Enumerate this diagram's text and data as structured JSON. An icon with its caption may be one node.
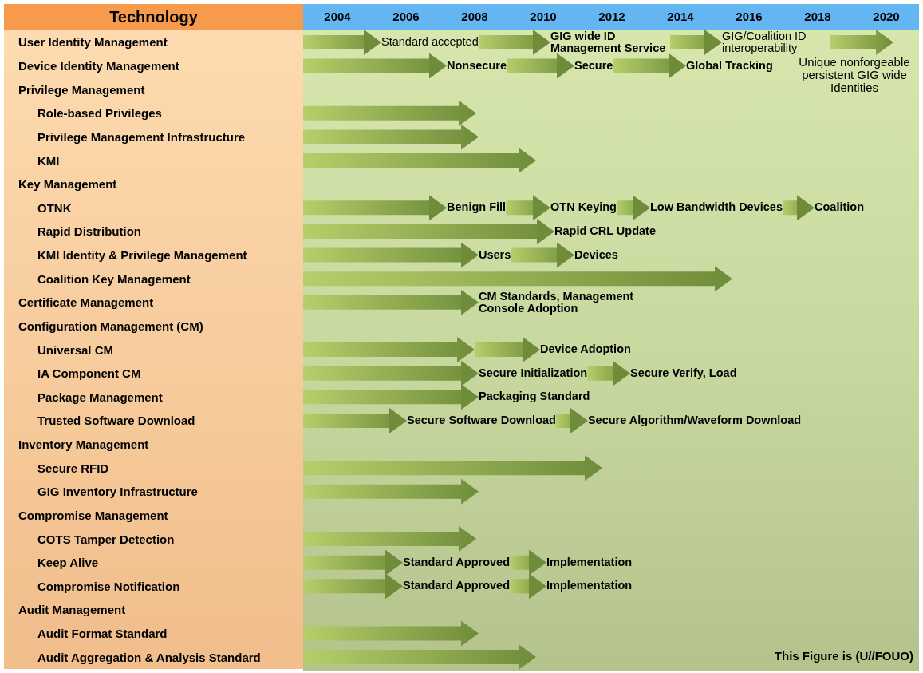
{
  "diagram": {
    "nodes": [
      {
        "text": [
          "User Identity Management"
        ]
      },
      {
        "text": [
          "Standard accepted"
        ]
      },
      {
        "text": [
          "GIG wide ID Management Service"
        ]
      },
      {
        "text": [
          "GIG/Coalition ID interoperability"
        ]
      },
      {
        "text": [],
        "shape": "arrow"
      },
      {
        "text": [
          "Device Identity Management"
        ]
      },
      {
        "text": [
          "Nonsecure"
        ]
      },
      {
        "text": [
          "Secure"
        ]
      },
      {
        "text": [
          "Global Tracking"
        ]
      },
      {
        "text": [
          "Privilege Management"
        ]
      },
      {
        "text": [
          "Role-based Privileges"
        ]
      },
      {
        "text": [],
        "shape": "arrow"
      },
      {
        "text": [
          "Privilege Management Infrastructure"
        ]
      },
      {
        "text": [],
        "shape": "arrow"
      },
      {
        "text": [
          "KMI"
        ]
      },
      {
        "text": [],
        "shape": "arrow"
      },
      {
        "text": [
          "Key Management"
        ]
      },
      {
        "text": [
          "OTNK"
        ]
      },
      {
        "text": [
          "Benign Fill"
        ]
      },
      {
        "text": [
          "OTN Keying"
        ]
      },
      {
        "text": [
          "Low Bandwidth Devices"
        ]
      },
      {
        "text": [
          "Coalition"
        ]
      },
      {
        "text": [
          "Rapid Distribution"
        ]
      },
      {
        "text": [
          "Rapid CRL Update"
        ]
      },
      {
        "text": [
          "KMI Identity & Privilege Management"
        ]
      },
      {
        "text": [
          "Users"
        ]
      },
      {
        "text": [
          "Devices"
        ]
      },
      {
        "text": [
          "Coalition Key Management"
        ]
      },
      {
        "text": [],
        "shape": "arrow"
      },
      {
        "text": [
          "Certificate Management"
        ]
      },
      {
        "text": [
          "CM Standards, Management Console Adoption"
        ]
      },
      {
        "text": [
          "Configuration Management (CM)"
        ]
      },
      {
        "text": [
          "Universal CM"
        ]
      },
      {
        "text": [],
        "shape": "arrow"
      },
      {
        "text": [
          "Device Adoption"
        ]
      },
      {
        "text": [
          "IA Component CM"
        ]
      },
      {
        "text": [
          "Secure Initialization"
        ]
      },
      {
        "text": [
          "Secure Verify, Load"
        ]
      },
      {
        "text": [
          "Package Management"
        ]
      },
      {
        "text": [
          "Packaging Standard"
        ]
      },
      {
        "text": [
          "Trusted Software Download"
        ]
      },
      {
        "text": [
          "Secure Software Download"
        ]
      },
      {
        "text": [
          "Secure Algorithm/Waveform Download"
        ]
      },
      {
        "text": [
          "Inventory Management"
        ]
      },
      {
        "text": [
          "Secure RFID"
        ]
      },
      {
        "text": [],
        "shape": "arrow"
      },
      {
        "text": [
          "GIG Inventory Infrastructure"
        ]
      },
      {
        "text": [],
        "shape": "arrow"
      },
      {
        "text": [
          "Compromise Management"
        ]
      },
      {
        "text": [
          "COTS Tamper Detection"
        ]
      },
      {
        "text": [],
        "shape": "arrow"
      },
      {
        "text": [
          "Keep Alive"
        ]
      },
      {
        "text": [
          "Standard Approved"
        ]
      },
      {
        "text": [
          "Implementation"
        ]
      },
      {
        "text": [
          "Compromise Notification"
        ]
      },
      {
        "text": [
          "Standard Approved"
        ]
      },
      {
        "text": [
          "Implementation"
        ]
      },
      {
        "text": [
          "Audit Management"
        ]
      },
      {
        "text": [
          "Audit Format Standard"
        ]
      },
      {
        "text": [],
        "shape": "arrow"
      },
      {
        "text": [
          "Audit Aggregation & Analysis Standard"
        ]
      },
      {
        "text": [],
        "shape": "arrow"
      }
    ],
    "edges": [
      {
        "from": 0,
        "to": 1,
        "arrow": "to"
      },
      {
        "from": 1,
        "to": 2,
        "arrow": "to"
      },
      {
        "from": 2,
        "to": 3,
        "arrow": "to"
      },
      {
        "from": 5,
        "to": 6,
        "arrow": "to"
      },
      {
        "from": 6,
        "to": 7,
        "arrow": "to"
      },
      {
        "from": 7,
        "to": 8,
        "arrow": "to"
      },
      {
        "from": 17,
        "to": 18,
        "arrow": "to"
      },
      {
        "from": 18,
        "to": 19,
        "arrow": "to"
      },
      {
        "from": 19,
        "to": 20,
        "arrow": "to"
      },
      {
        "from": 20,
        "to": 21,
        "arrow": "to"
      },
      {
        "from": 22,
        "to": 23,
        "arrow": "to"
      },
      {
        "from": 24,
        "to": 25,
        "arrow": "to"
      },
      {
        "from": 25,
        "to": 26,
        "arrow": "to"
      },
      {
        "from": 29,
        "to": 30,
        "arrow": "to"
      },
      {
        "from": 33,
        "to": 34,
        "arrow": "to"
      },
      {
        "from": 35,
        "to": 36,
        "arrow": "to"
      },
      {
        "from": 36,
        "to": 37,
        "arrow": "to"
      },
      {
        "from": 38,
        "to": 39,
        "arrow": "to"
      },
      {
        "from": 40,
        "to": 41,
        "arrow": "to"
      },
      {
        "from": 41,
        "to": 42,
        "arrow": "to"
      },
      {
        "from": 51,
        "to": 52,
        "arrow": "to"
      },
      {
        "from": 52,
        "to": 53,
        "arrow": "to"
      },
      {
        "from": 54,
        "to": 55,
        "arrow": "to"
      },
      {
        "from": 55,
        "to": 56,
        "arrow": "to"
      }
    ],
    "labels": [
      "Technology",
      "2004",
      "2006",
      "2008",
      "2010",
      "2012",
      "2014",
      "2016",
      "2018",
      "2020",
      "Unique nonforgeable persistent GIG wide Identities",
      "This Figure is (U//FOUO)"
    ]
  }
}
